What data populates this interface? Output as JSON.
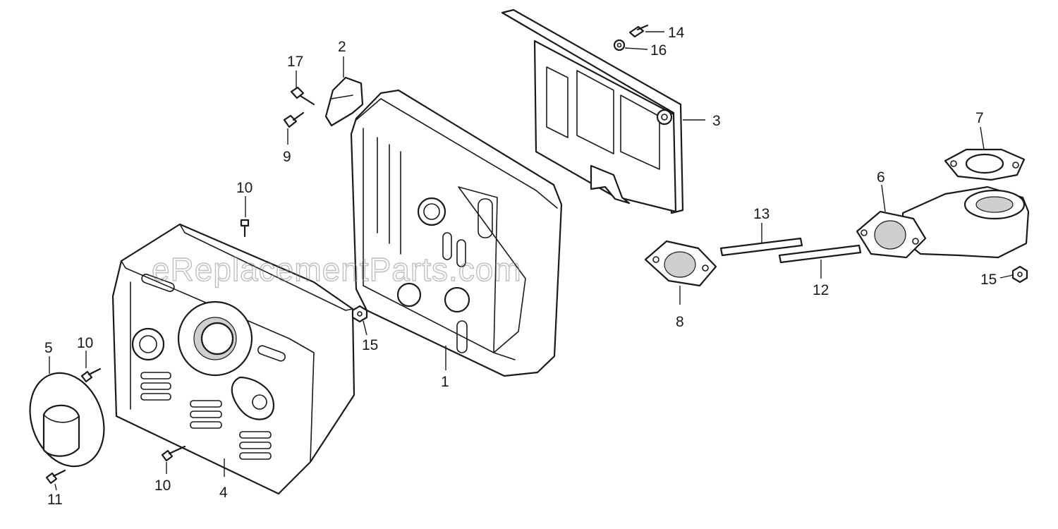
{
  "watermark": "eReplacementParts.com",
  "callouts": {
    "c1": "1",
    "c2": "2",
    "c3": "3",
    "c4": "4",
    "c5": "5",
    "c6": "6",
    "c7": "7",
    "c8": "8",
    "c9": "9",
    "c10a": "10",
    "c10b": "10",
    "c10c": "10",
    "c11": "11",
    "c12": "12",
    "c13": "13",
    "c14": "14",
    "c15a": "15",
    "c15b": "15",
    "c16": "16",
    "c17": "17"
  }
}
